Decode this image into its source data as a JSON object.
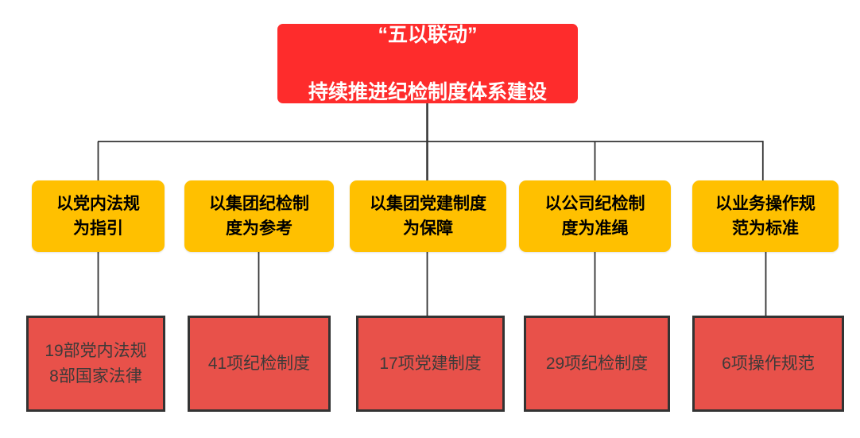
{
  "diagram": {
    "root": {
      "title_line1": "“五以联动”",
      "title_line2": "持续推进纪检制度体系建设"
    },
    "branches": [
      {
        "label": "以党内法规\n为指引",
        "result": "19部党内法规\n8部国家法律"
      },
      {
        "label": "以集团纪检制\n度为参考",
        "result": "41项纪检制度"
      },
      {
        "label": "以集团党建制度\n为保障",
        "result": "17项党建制度"
      },
      {
        "label": "以公司纪检制\n度为准绳",
        "result": "29项纪检制度"
      },
      {
        "label": "以业务操作规\n范为标准",
        "result": "6项操作规范"
      }
    ],
    "colors": {
      "root_bg": "#fe2c2c",
      "branch_bg": "#ffc000",
      "result_bg": "#e8514a",
      "result_border": "#333333",
      "root_text": "#ffffff",
      "branch_text": "#000000",
      "result_text": "#3e3a39",
      "connector": "#333333"
    }
  }
}
